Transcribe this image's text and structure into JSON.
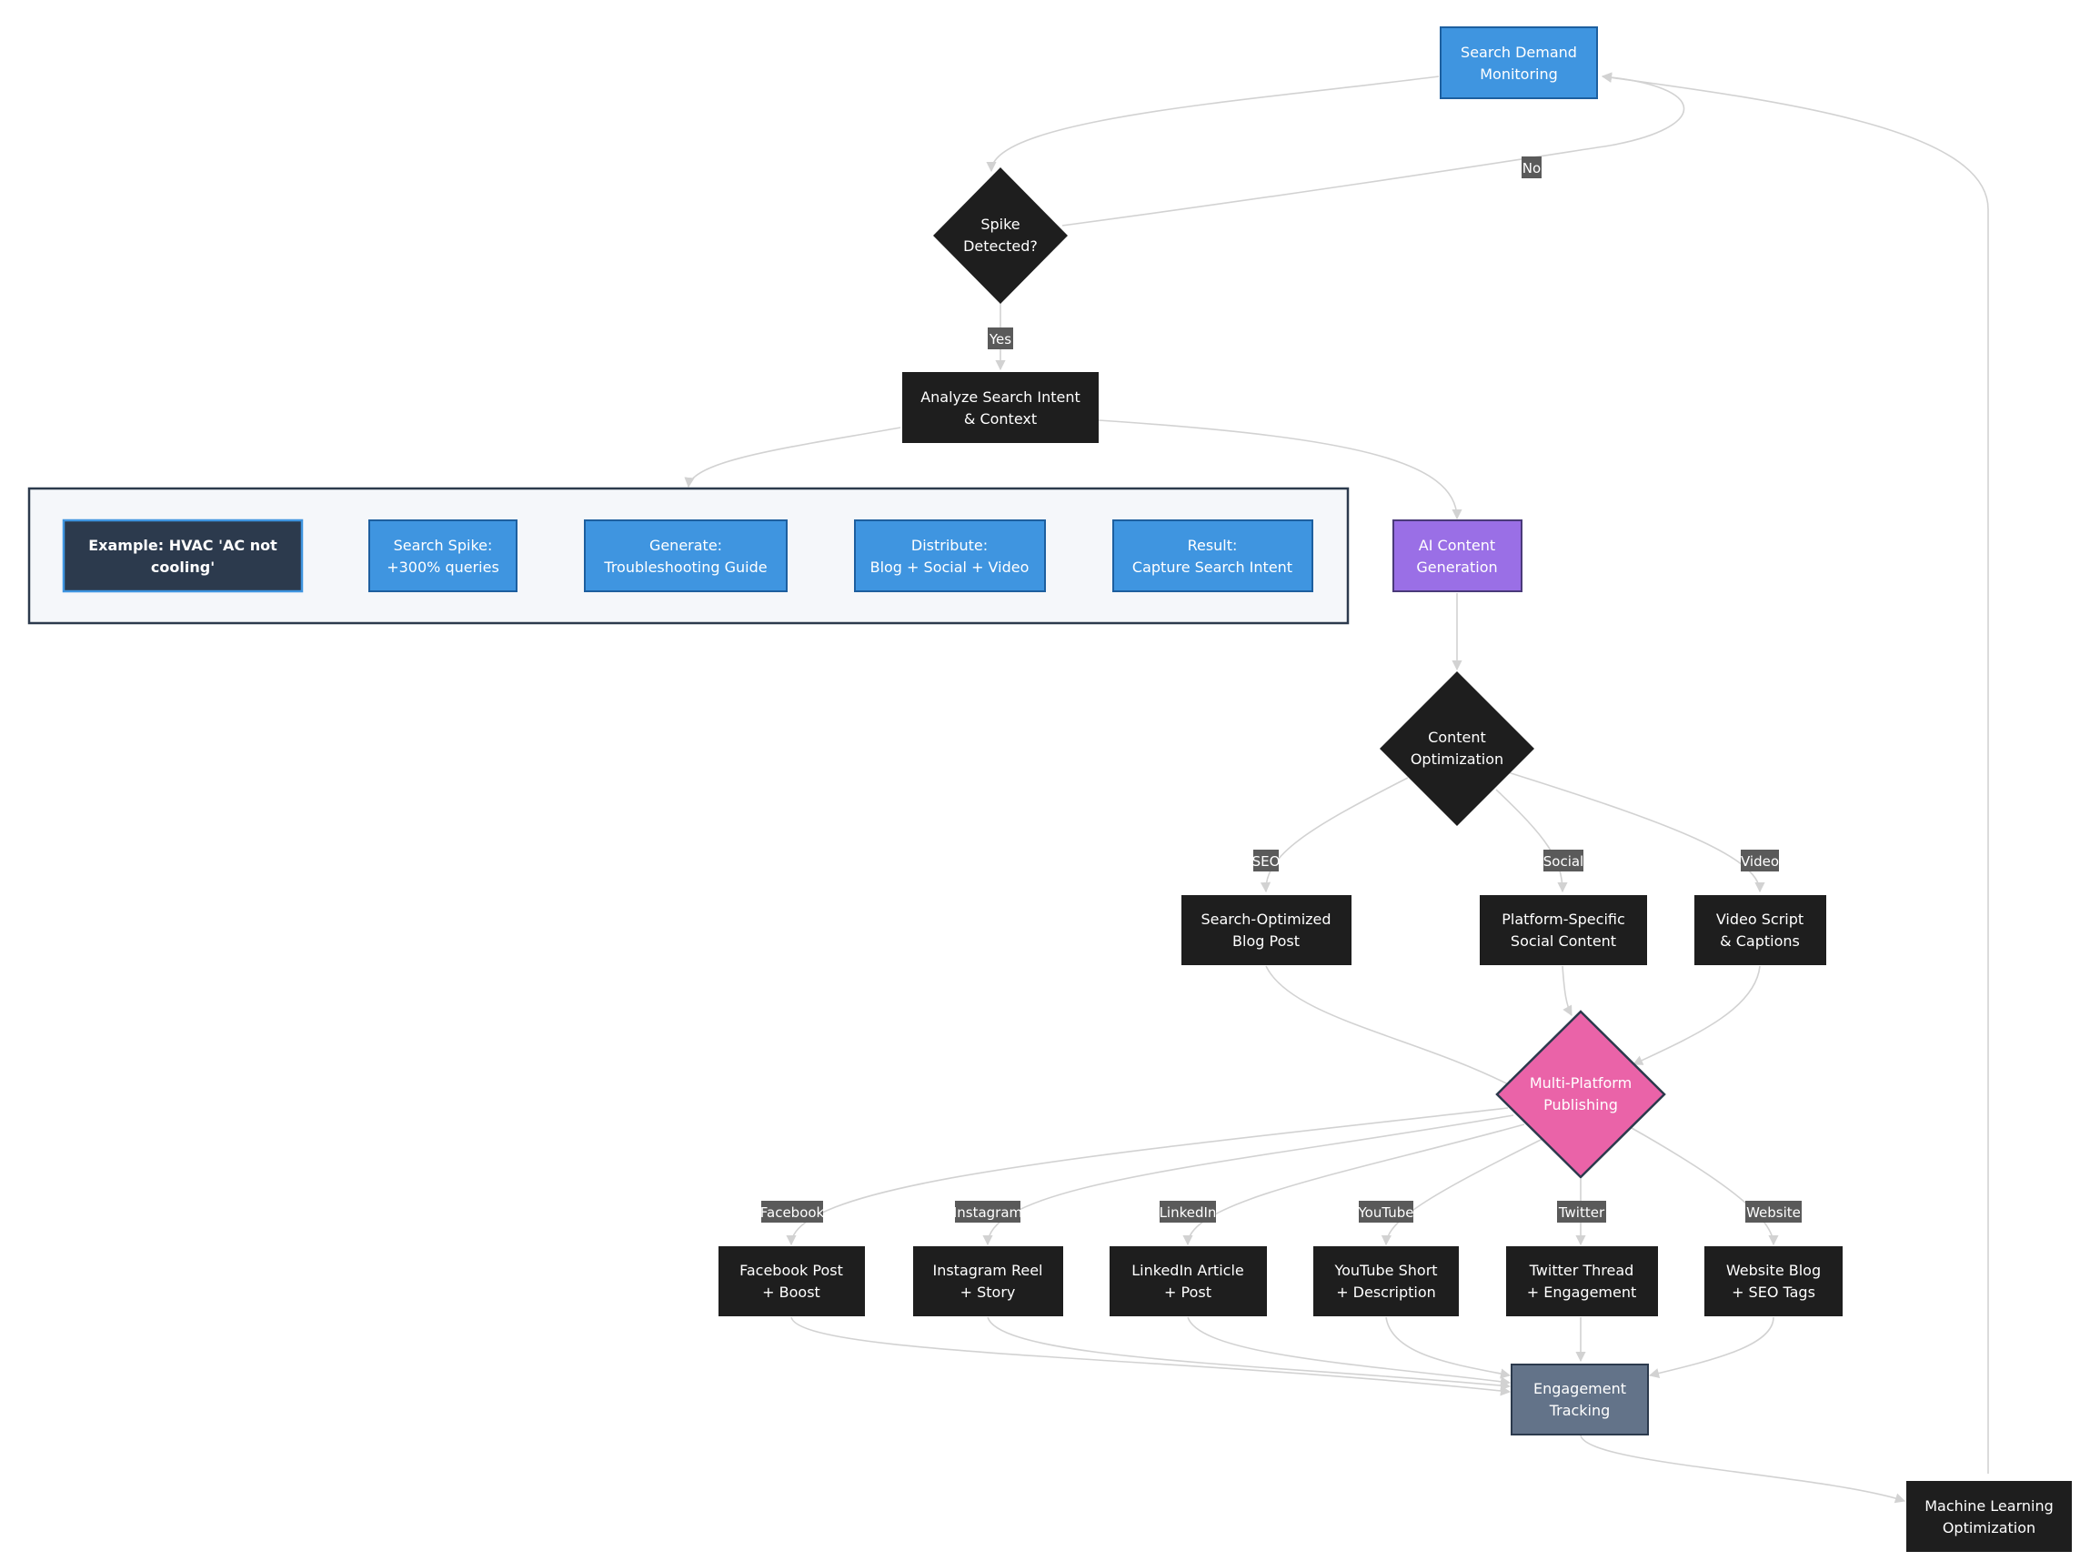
{
  "colors": {
    "background": "#ffffff",
    "dark_node": "#1e1e1e",
    "blue_node": "#3f95e0",
    "blue_stroke": "#1d5f9f",
    "purple_node": "#9a6fe6",
    "pink_node": "#ea63a8",
    "slate_node": "#637389",
    "example_node": "#2c3a4d",
    "edge": "#d2d2d2",
    "label_bg": "#5a5a5a",
    "subgraph_fill": "#f5f7fa",
    "subgraph_stroke": "#2c3a4d"
  },
  "nodes": {
    "search_demand": [
      "Search Demand",
      "Monitoring"
    ],
    "spike_detected": [
      "Spike",
      "Detected?"
    ],
    "analyze_intent": [
      "Analyze Search Intent",
      "& Context"
    ],
    "ai_content": [
      "AI Content",
      "Generation"
    ],
    "content_optimization": [
      "Content",
      "Optimization"
    ],
    "blog_post": [
      "Search-Optimized",
      "Blog Post"
    ],
    "social_content": [
      "Platform-Specific",
      "Social Content"
    ],
    "video_script": [
      "Video Script",
      "& Captions"
    ],
    "multi_platform": [
      "Multi-Platform",
      "Publishing"
    ],
    "facebook_post": [
      "Facebook Post",
      "+ Boost"
    ],
    "instagram_reel": [
      "Instagram Reel",
      "+ Story"
    ],
    "linkedin_article": [
      "LinkedIn Article",
      "+ Post"
    ],
    "youtube_short": [
      "YouTube Short",
      "+ Description"
    ],
    "twitter_thread": [
      "Twitter Thread",
      "+ Engagement"
    ],
    "website_blog": [
      "Website Blog",
      "+ SEO Tags"
    ],
    "engagement_tracking": [
      "Engagement",
      "Tracking"
    ],
    "ml_optimization": [
      "Machine Learning",
      "Optimization"
    ]
  },
  "example": {
    "title": [
      "Example: HVAC 'AC not",
      "cooling'"
    ],
    "spike": [
      "Search Spike:",
      "+300% queries"
    ],
    "generate": [
      "Generate:",
      "Troubleshooting Guide"
    ],
    "distribute": [
      "Distribute:",
      "Blog + Social + Video"
    ],
    "result": [
      "Result:",
      "Capture Search Intent"
    ]
  },
  "edge_labels": {
    "no": "No",
    "yes": "Yes",
    "seo": "SEO",
    "social": "Social",
    "video": "Video",
    "facebook": "Facebook",
    "instagram": "Instagram",
    "linkedin": "LinkedIn",
    "youtube": "YouTube",
    "twitter": "Twitter",
    "website": "Website"
  }
}
